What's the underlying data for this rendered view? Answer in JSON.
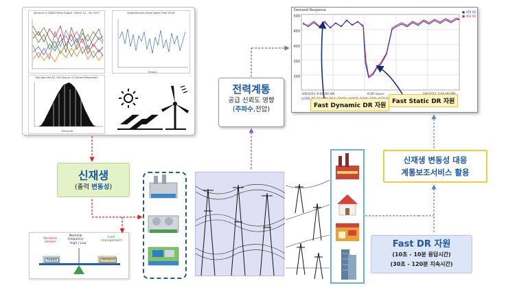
{
  "renewable_panel": {
    "chart1_title": "Variance in CAISO Wind Output : March 22 – 29, 2017",
    "chart2_title": "Instantaneous Wind Speed Time Chart",
    "chart3_title": "Springerville AZ, One Day at 10 Second Resolution",
    "chart3_xlabel": "Seconds",
    "chart2_xlabel": "Time(s)"
  },
  "dr_chart": {
    "title": "Demand Response",
    "legend_val1": "470.00",
    "legend_val2": "493.59",
    "y_ticks": [
      "500",
      "450",
      "400",
      "350",
      "300"
    ],
    "x_start": "3/9/2011 9:00:00 AM",
    "x_mid": "6.00 hours",
    "x_end": "3/9/2011 3:00:00 PM",
    "series_label": "LCPD_RT_SSCON_REG_1686 / AWDR_1686_DRR_ACTUAL_NET_LOAD",
    "colors": {
      "blue": "#1f2fd1",
      "red": "#d8232a"
    }
  },
  "callouts": {
    "fast_dynamic": "Fast Dynamic DR 자원",
    "fast_static": "Fast Static DR 자원"
  },
  "power_system": {
    "title": "전력계통",
    "sub1": "공급 신뢰도 영향",
    "sub2_hl": "주파수",
    "sub2_rest": ",전압"
  },
  "renewable": {
    "title": "신재생",
    "sub_pre": "(출력 ",
    "sub_hl": "변동성",
    "sub_post": ")"
  },
  "service": {
    "line1": "신재생 변동성 대응",
    "line2": "계통보조서비스 활용"
  },
  "fast_dr": {
    "title": "Fast DR 자원",
    "line1": "(10초 - 10분 응답시간)",
    "line2": "(30초 - 120분 지속시간)"
  },
  "balance": {
    "variation": "Variation\nrelease",
    "nominal": "Nominal\nfrequency",
    "high_low": "High | Low",
    "load": "Load\nmanagement",
    "supply": "Supply",
    "demand": "Demand"
  },
  "icons": [
    "sun-icon",
    "solar-panel-icon",
    "wind-turbine-icon",
    "power-plant-icon",
    "transmission-tower-icon",
    "factory-icon",
    "house-icon",
    "shop-icon",
    "office-building-icon"
  ]
}
